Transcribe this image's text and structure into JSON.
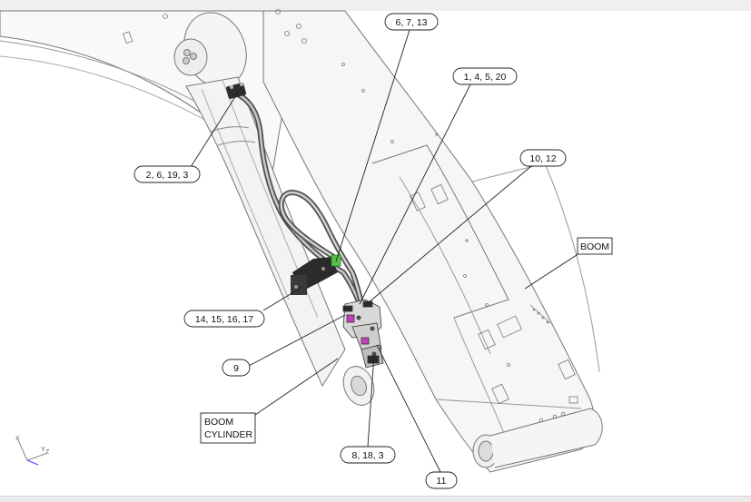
{
  "callouts": {
    "c1": "6, 7, 13",
    "c2": "1, 4, 5, 20",
    "c3": "2, 6, 19, 3",
    "c4": "10, 12",
    "c5": "14, 15, 16, 17",
    "c6": "9",
    "c7": "8, 18, 3",
    "c8": "11"
  },
  "labels": {
    "boom": "BOOM",
    "boom_cylinder_line1": "BOOM",
    "boom_cylinder_line2": "CYLINDER"
  },
  "axis_triad": {
    "x": "X",
    "y": "Y",
    "z": "Z"
  },
  "colors": {
    "outline": "#777777",
    "body_fill": "#f7f7f7",
    "hose": "#5a5a5a",
    "bracket": "#2b2b2b",
    "green_fitting": "#58c04a",
    "magenta_fitting": "#c040c0",
    "leader": "#222222"
  }
}
